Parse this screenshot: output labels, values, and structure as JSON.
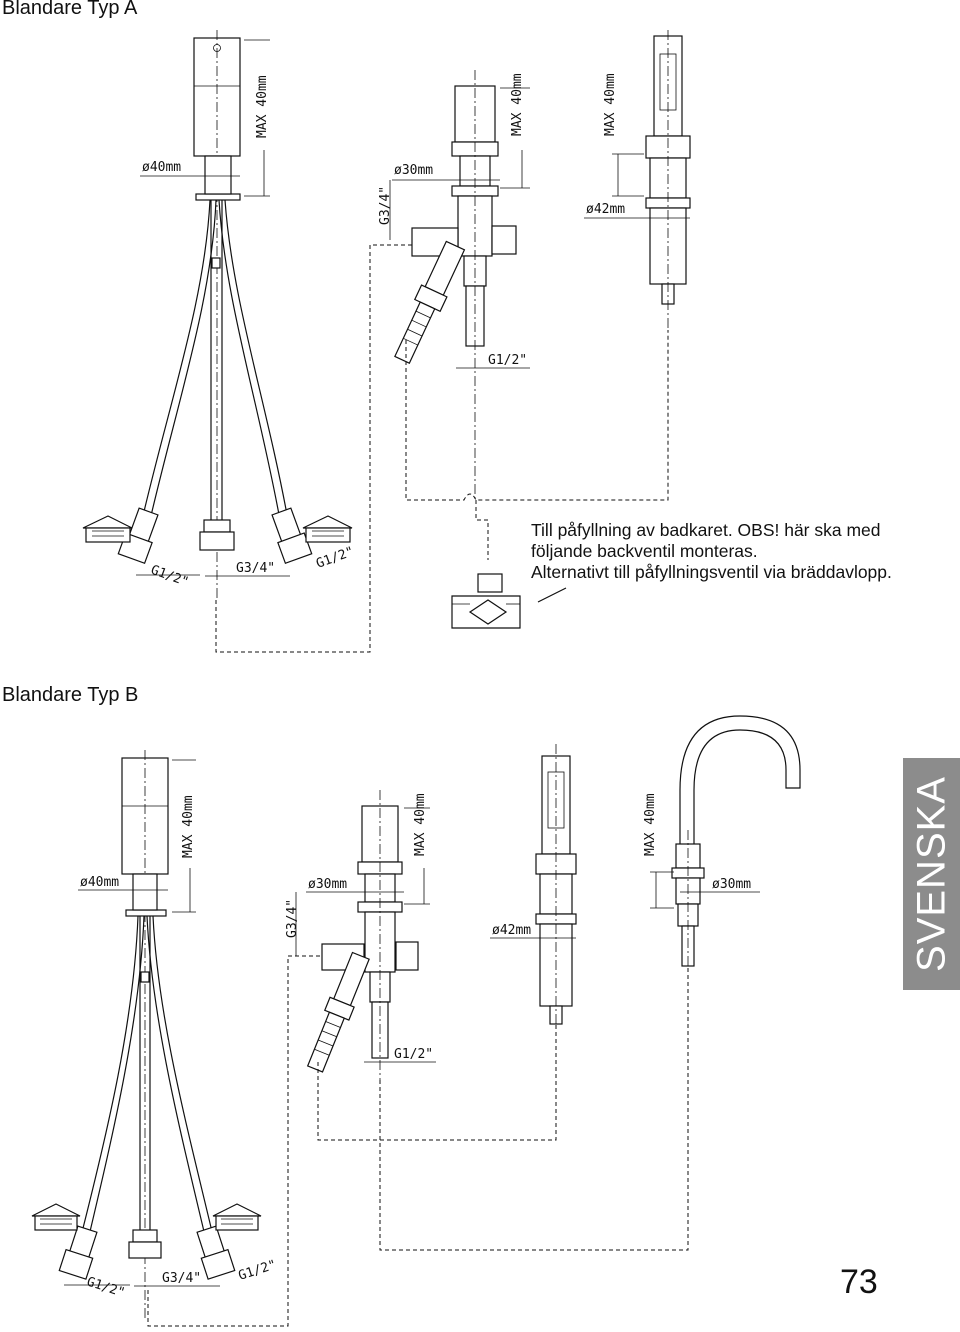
{
  "section_a": {
    "title": "Blandare Typ A",
    "labels": {
      "d40": "ø40mm",
      "max1": "MAX 40mm",
      "g34_side": "G3/4\"",
      "d30": "ø30mm",
      "max2": "MAX 40mm",
      "max3": "MAX 40mm",
      "d42": "ø42mm",
      "g12_mid": "G1/2\"",
      "g12_left": "G1/2\"",
      "g34_bottom": "G3/4\"",
      "g12_right": "G1/2\""
    }
  },
  "note": {
    "lines": [
      "Till påfyllning av badkaret. OBS! här ska med",
      "följande backventil monteras.",
      "Alternativt till påfyllningsventil via bräddavlopp."
    ]
  },
  "section_b": {
    "title": "Blandare Typ B",
    "labels": {
      "max1": "MAX 40mm",
      "d40": "ø40mm",
      "g34_side": "G3/4\"",
      "d30": "ø30mm",
      "max2": "MAX 40mm",
      "d42": "ø42mm",
      "max4": "MAX 40mm",
      "d30_spout": "ø30mm",
      "g12_mid": "G1/2\"",
      "g12_left": "G1/2\"",
      "g34_bottom": "G3/4\"",
      "g12_right": "G1/2\""
    }
  },
  "side_tab": {
    "label": "SVENSKA"
  },
  "page": {
    "number": "73"
  }
}
